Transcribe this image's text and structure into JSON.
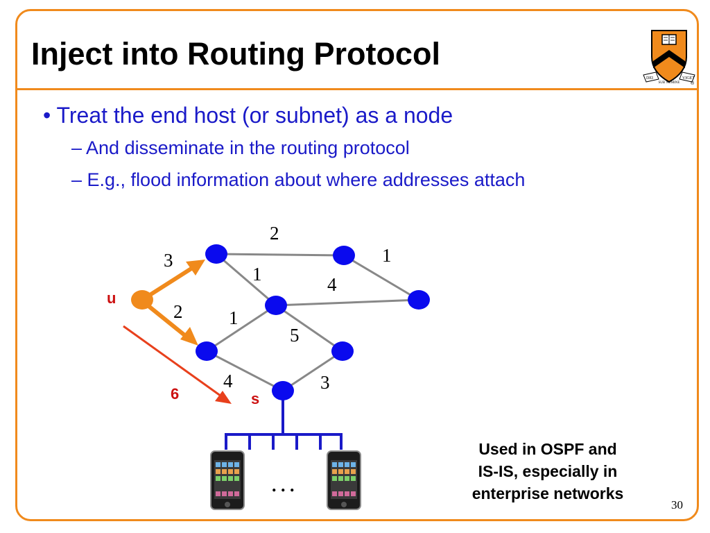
{
  "slide": {
    "title": "Inject into Routing Protocol",
    "page_number": "30",
    "accent_color": "#f08a1c",
    "text_color": "#1a1ac8"
  },
  "bullets": {
    "main": "Treat the end host (or subnet) as a node",
    "subs": [
      "And disseminate in the routing protocol",
      "E.g., flood information about where addresses attach"
    ]
  },
  "logo": {
    "motto_left": "DEI",
    "motto_center": "SUB NUMINE",
    "motto_right": "VIGET",
    "registered": "®"
  },
  "diagram": {
    "node_labels": {
      "u": "u",
      "s": "s"
    },
    "edge_weights": [
      "2",
      "1",
      "3",
      "1",
      "4",
      "2",
      "1",
      "5",
      "4",
      "3"
    ],
    "direct_path_weight": "6",
    "ellipsis": ". . .",
    "colors": {
      "node": "#0a0aee",
      "host_node": "#f08a1c",
      "edge": "#888888",
      "highlight_arrow": "#f08a1c",
      "direct_arrow": "#e8401c",
      "label_red": "#cc1111",
      "lan_bus": "#1a1ac8"
    }
  },
  "note": {
    "lines": [
      "Used in OSPF and",
      "IS-IS, especially in",
      "enterprise networks"
    ]
  }
}
